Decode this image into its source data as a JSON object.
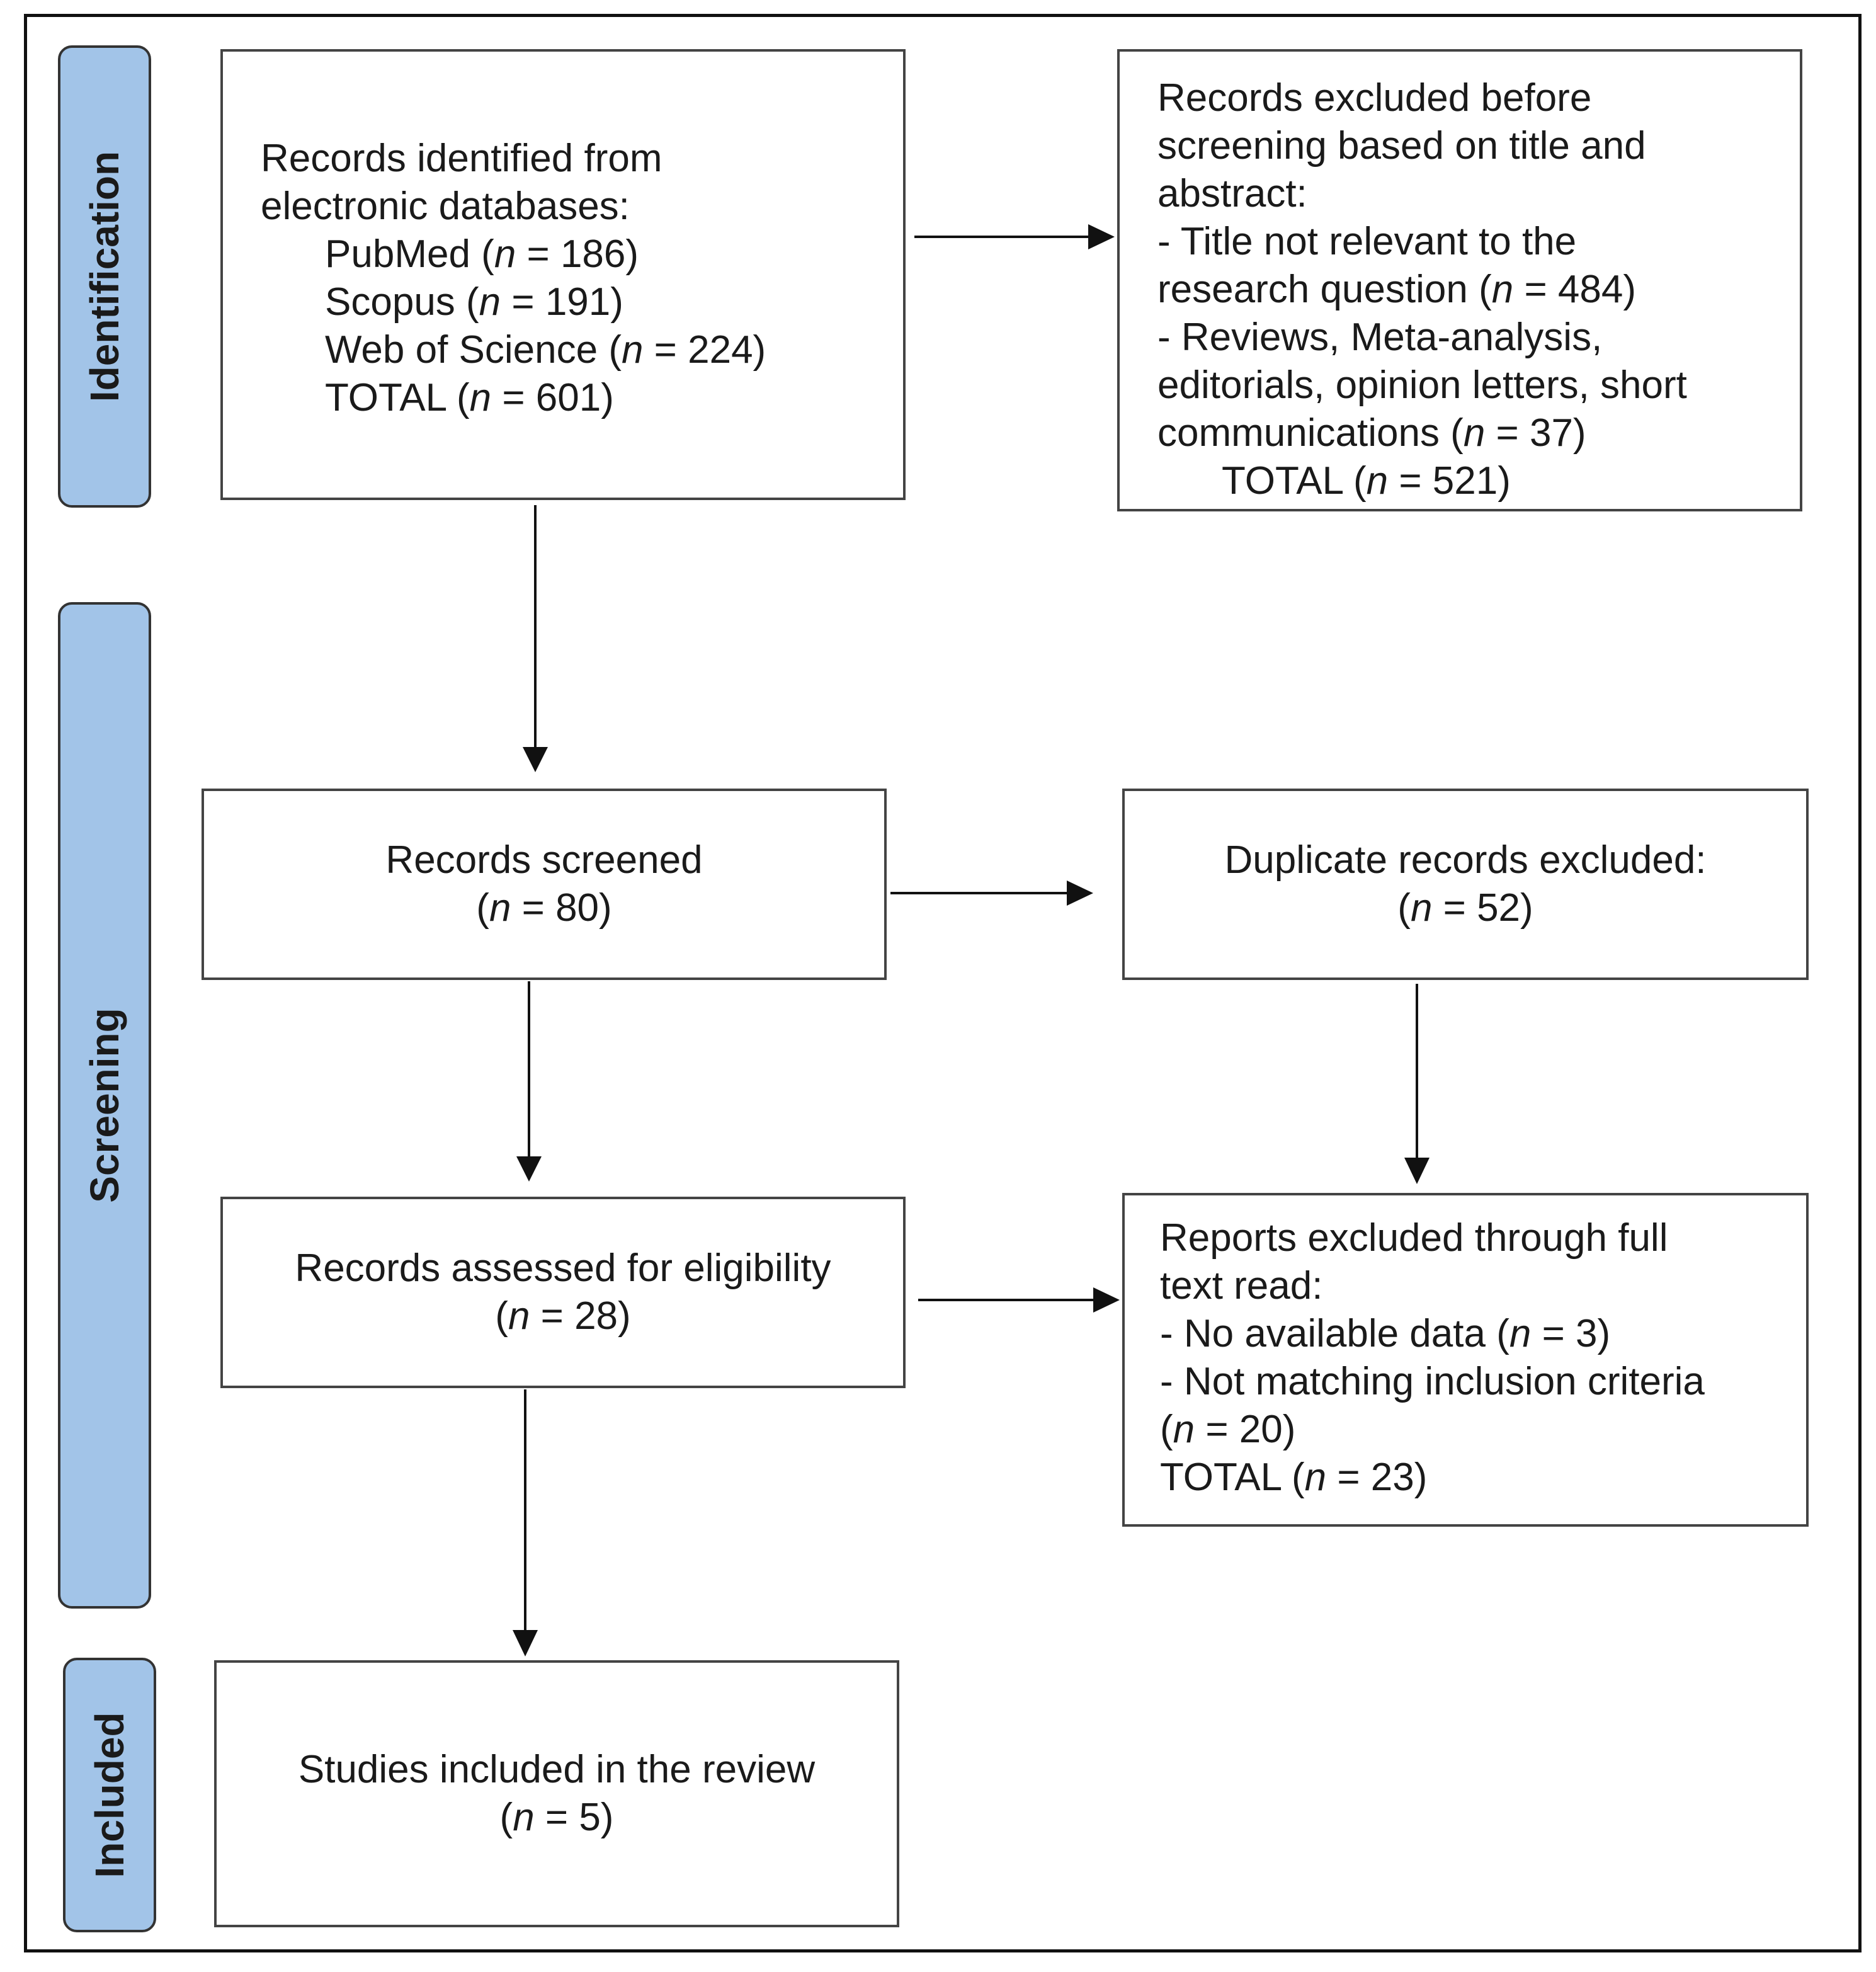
{
  "stages": {
    "identification": "Identification",
    "screening": "Screening",
    "included": "Included"
  },
  "boxes": {
    "identified": {
      "lines": [
        "Records identified from",
        "electronic databases:",
        "PubMed (n = 186)",
        "Scopus (n = 191)",
        "Web of Science (n = 224)",
        "TOTAL (n = 601)"
      ]
    },
    "excluded_before": {
      "lines": [
        "Records excluded before",
        "screening based on title and",
        "abstract:",
        "- Title not relevant to the",
        "research question (n = 484)",
        "- Reviews, Meta-analysis,",
        "editorials, opinion letters, short",
        "communications (n = 37)",
        "TOTAL (n = 521)"
      ]
    },
    "screened": {
      "lines": [
        "Records screened",
        "(n = 80)"
      ]
    },
    "duplicates": {
      "lines": [
        "Duplicate records excluded:",
        "(n = 52)"
      ]
    },
    "eligibility": {
      "lines": [
        "Records assessed for eligibility",
        "(n = 28)"
      ]
    },
    "full_text_excluded": {
      "lines": [
        "Reports excluded through full",
        "text read:",
        "- No available data (n = 3)",
        "- Not matching inclusion criteria",
        "(n = 20)",
        "TOTAL (n = 23)"
      ]
    },
    "included": {
      "lines": [
        "Studies included in the review",
        "(n = 5)"
      ]
    }
  },
  "colors": {
    "stage_fill": "#a2c4e8",
    "border": "#444444"
  }
}
